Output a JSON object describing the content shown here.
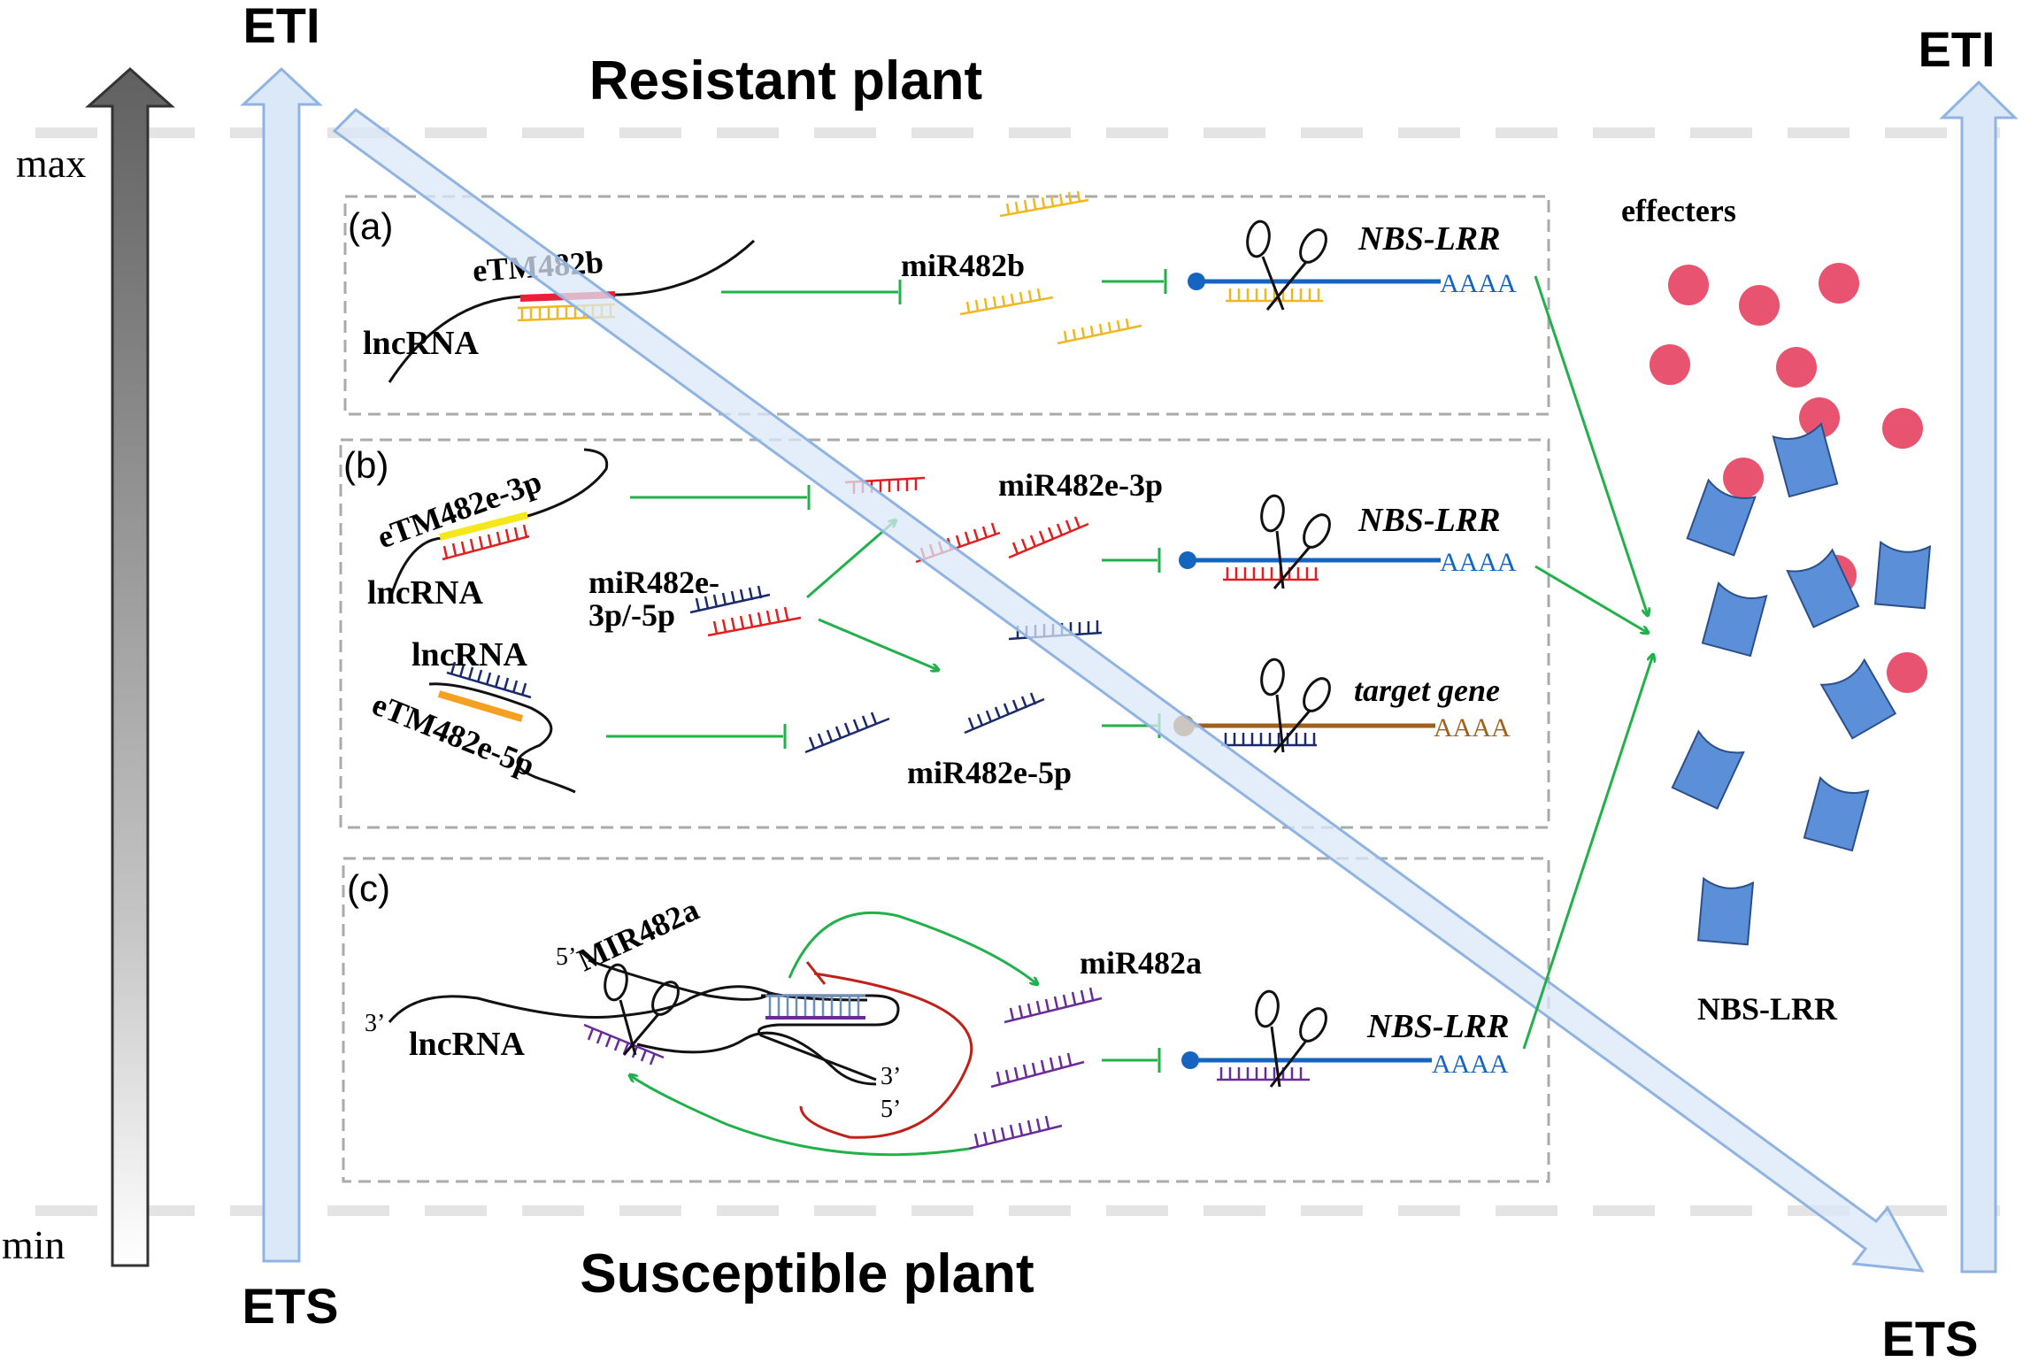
{
  "scale": {
    "max_label": "max",
    "min_label": "min"
  },
  "axis_left": {
    "top_label": "ETI",
    "bottom_label": "ETS"
  },
  "axis_right": {
    "top_label": "ETI",
    "bottom_label": "ETS"
  },
  "titles": {
    "resistant": "Resistant plant",
    "susceptible": "Susceptible plant"
  },
  "panel_a": {
    "tag": "(a)",
    "etm_label": "eTM482b",
    "lncrna_label": "lncRNA",
    "mirna_label": "miR482b",
    "target_label": "NBS-LRR",
    "polya": "AAAA"
  },
  "panel_b": {
    "tag": "(b)",
    "etm3p_label": "eTM482e-3p",
    "lncrna1_label": "lncRNA",
    "precursor_label_line1": "miR482e-",
    "precursor_label_line2": "3p/-5p",
    "lncrna2_label": "lncRNA",
    "etm5p_label": "eTM482e-5p",
    "mir3p_label": "miR482e-3p",
    "mir5p_label": "miR482e-5p",
    "target1_label": "NBS-LRR",
    "target2_label": "target gene",
    "polya": "AAAA"
  },
  "panel_c": {
    "tag": "(c)",
    "mir_gene_label": "MIR482a",
    "prime5_a": "5’",
    "prime3_a": "3’",
    "prime3_b": "3’",
    "prime5_b": "5’",
    "lncrna_label": "lncRNA",
    "mirna_label": "miR482a",
    "target_label": "NBS-LRR",
    "polya": "AAAA"
  },
  "right_side": {
    "effectors_label": "effecters",
    "nbs_label": "NBS-LRR"
  },
  "colors": {
    "green": "#22b04b",
    "pale_blue": "#dbe8f8",
    "blue_stroke": "#8fb4e3",
    "effector": "#e8546f",
    "protein": "#5b8fd8",
    "target_blue": "#1565c0",
    "target_brown": "#a0601a",
    "mir_yellow": "#f0b820",
    "mir_red": "#e02020",
    "mir_navy": "#1a2a6c",
    "mir_purple": "#6a2b9a",
    "hairpin_red": "#c0201a"
  }
}
